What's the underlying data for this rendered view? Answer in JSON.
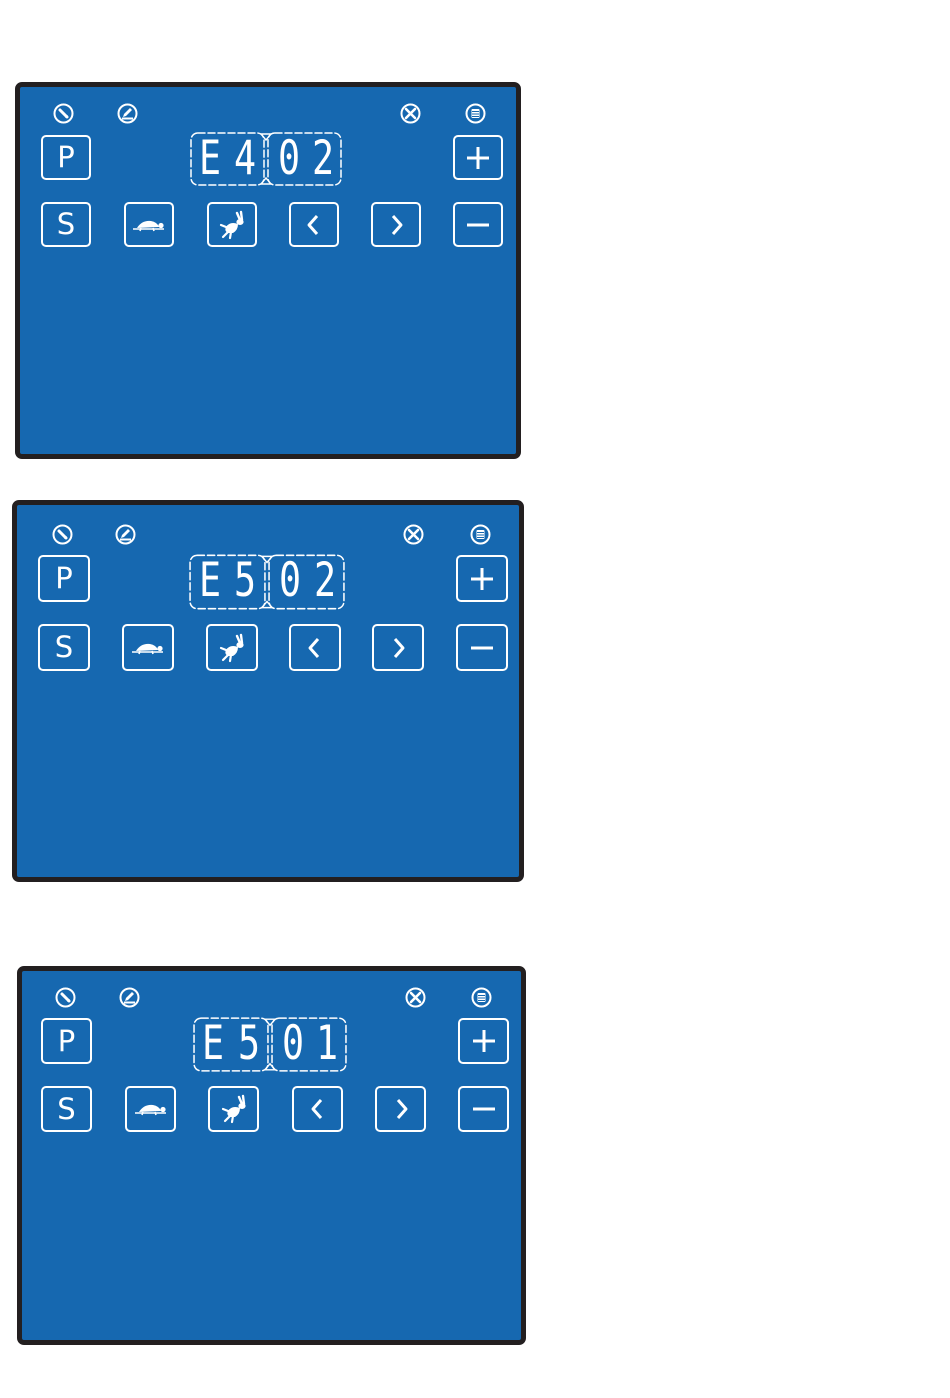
{
  "colors": {
    "panel": "#1668b0",
    "border": "#231f20",
    "foreground": "#ffffff"
  },
  "icons": {
    "indicators": [
      "needle-icon",
      "presser-foot-icon",
      "tools-icon",
      "bobbin-icon"
    ],
    "buttons": [
      "P",
      "plus-icon",
      "S",
      "turtle-icon",
      "rabbit-icon",
      "chevron-left-icon",
      "chevron-right-icon",
      "minus-icon"
    ]
  },
  "panels": [
    {
      "code": [
        "E",
        "4",
        "0",
        "2"
      ],
      "p_label": "P",
      "s_label": "S"
    },
    {
      "code": [
        "E",
        "5",
        "0",
        "2"
      ],
      "p_label": "P",
      "s_label": "S"
    },
    {
      "code": [
        "E",
        "5",
        "0",
        "1"
      ],
      "p_label": "P",
      "s_label": "S"
    }
  ]
}
